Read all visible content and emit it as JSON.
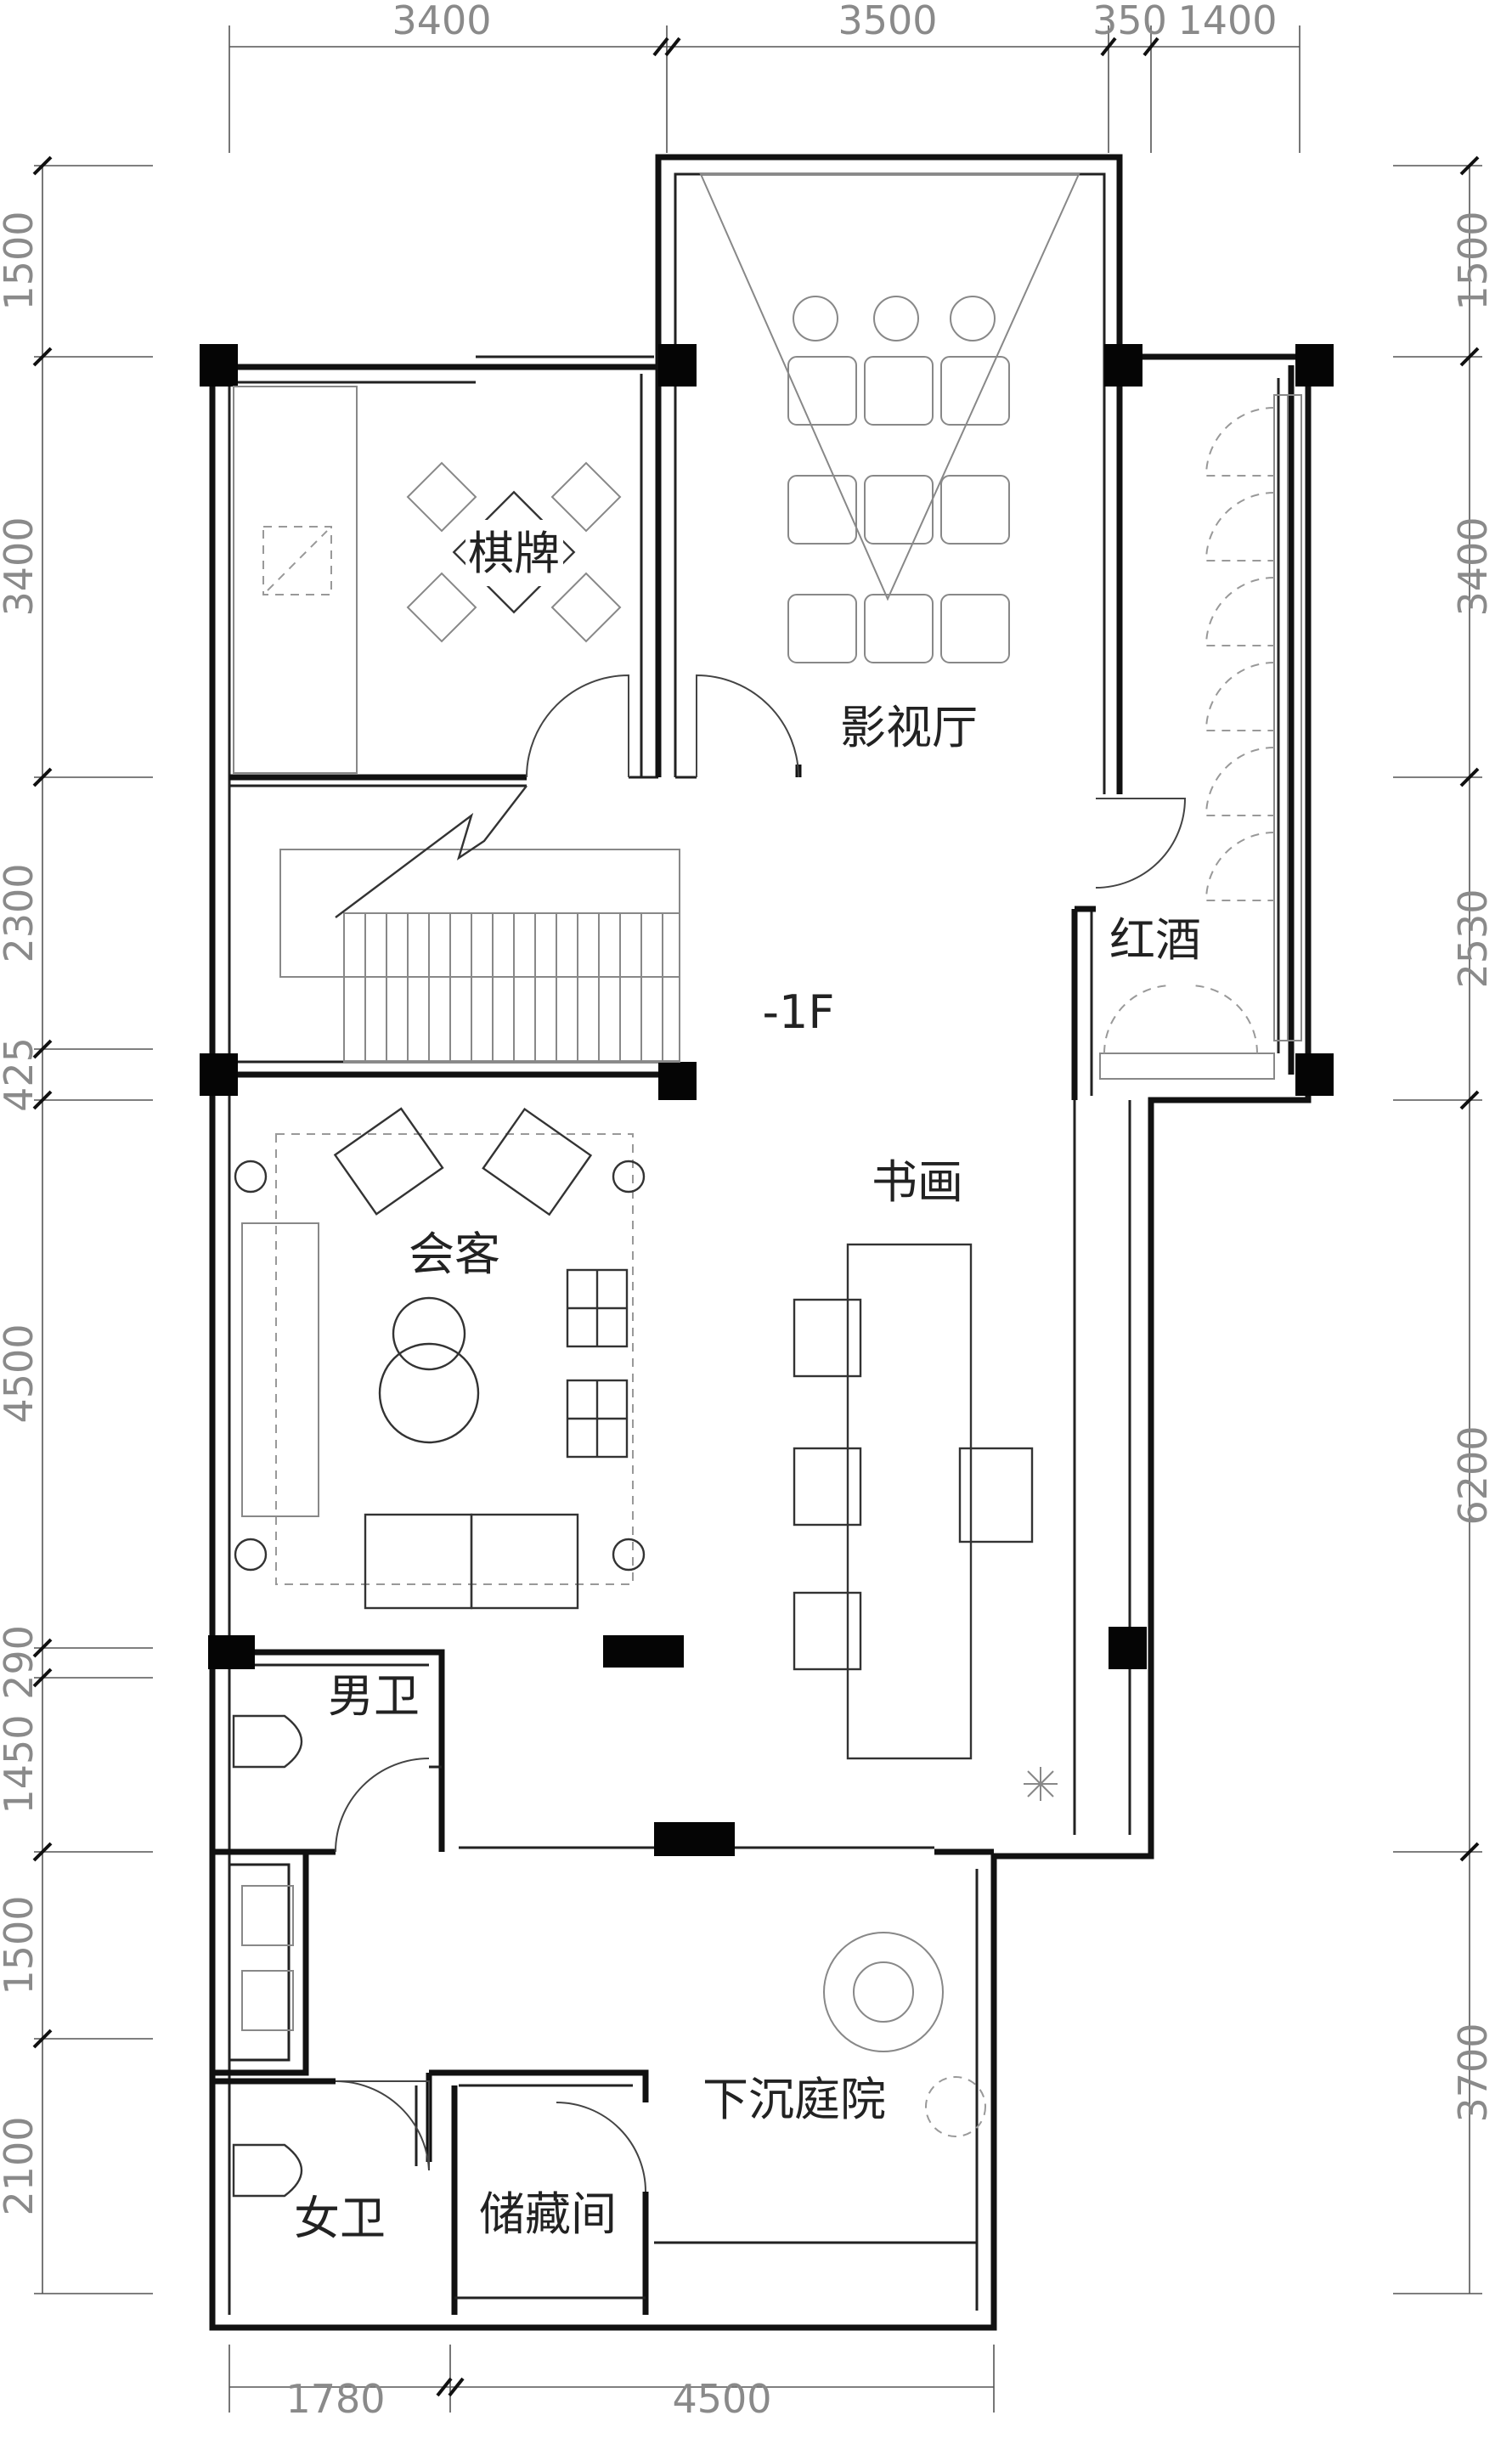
{
  "floor_label": "-1F",
  "rooms": {
    "chess": "棋牌",
    "theater": "影视厅",
    "wine": "红酒",
    "meeting": "会客",
    "painting": "书画",
    "mens_wc": "男卫",
    "womens_wc": "女卫",
    "storage": "储藏间",
    "courtyard": "下沉庭院"
  },
  "dimensions": {
    "top": [
      "3400",
      "3500",
      "350",
      "1400"
    ],
    "left": [
      "1500",
      "3400",
      "2300",
      "425",
      "4500",
      "290",
      "1450",
      "1500",
      "2100"
    ],
    "right": [
      "1500",
      "3400",
      "2530",
      "6200",
      "3700"
    ],
    "bottom": [
      "1780",
      "4500"
    ]
  }
}
